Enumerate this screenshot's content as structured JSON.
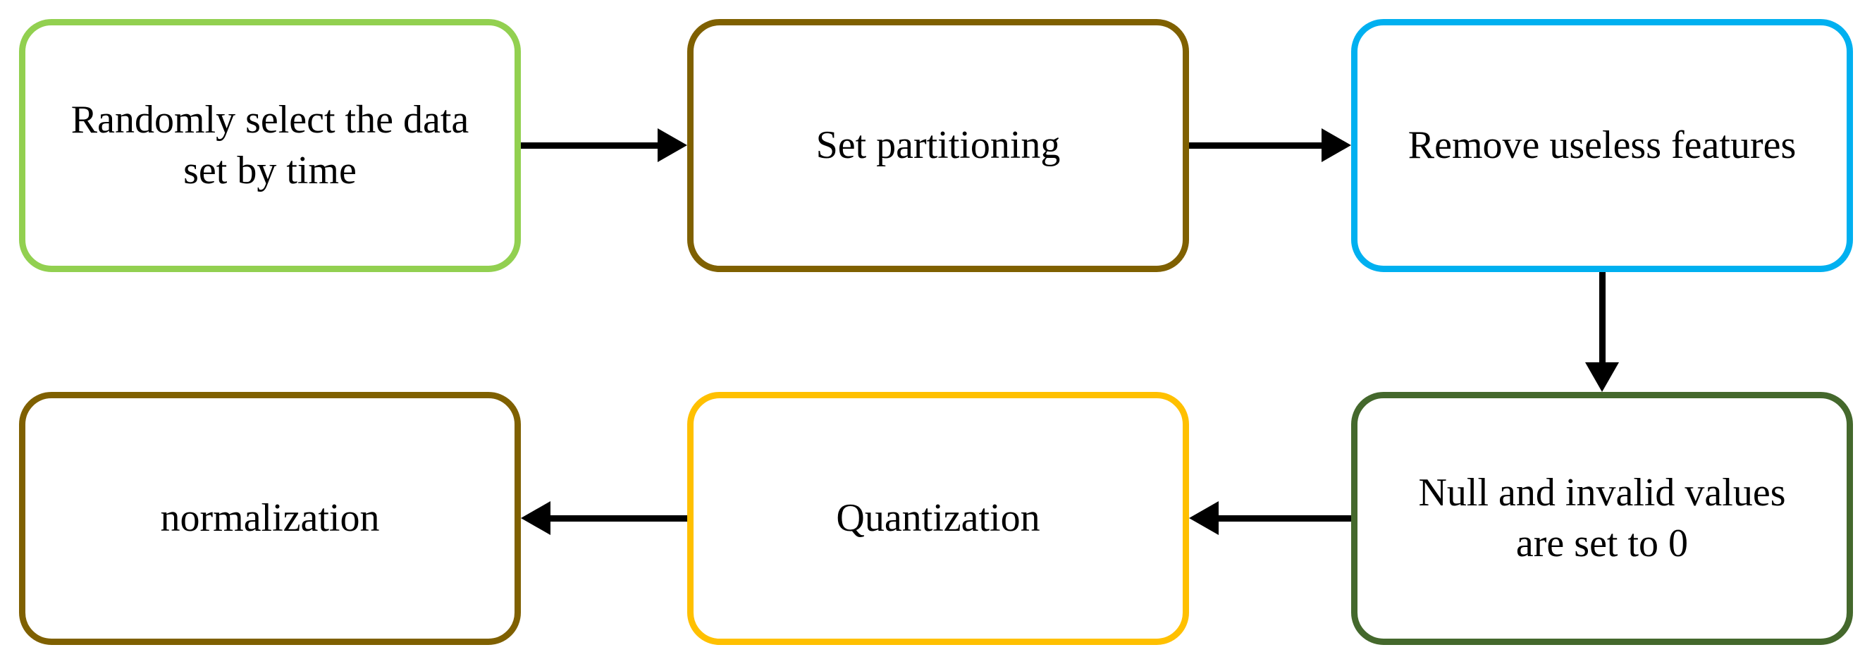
{
  "diagram": {
    "type": "flowchart",
    "background_color": "#FFFFFF",
    "text_color": "#000000",
    "arrow_color": "#000000",
    "nodes": [
      {
        "id": "randomly-select-data",
        "label": "Randomly select the data\nset by time",
        "border_color": "#92D050",
        "row": 1,
        "col": 1
      },
      {
        "id": "set-partitioning",
        "label": "Set partitioning",
        "border_color": "#7F6000",
        "row": 1,
        "col": 2
      },
      {
        "id": "remove-useless-features",
        "label": "Remove useless features",
        "border_color": "#00B0F0",
        "row": 1,
        "col": 3
      },
      {
        "id": "null-invalid-to-zero",
        "label": "Null and invalid values\nare set to 0",
        "border_color": "#44682C",
        "row": 2,
        "col": 3
      },
      {
        "id": "quantization",
        "label": "Quantization",
        "border_color": "#FFC000",
        "row": 2,
        "col": 2
      },
      {
        "id": "normalization",
        "label": "normalization",
        "border_color": "#7F6000",
        "row": 2,
        "col": 1
      }
    ],
    "edges": [
      {
        "from": "randomly-select-data",
        "to": "set-partitioning",
        "direction": "right"
      },
      {
        "from": "set-partitioning",
        "to": "remove-useless-features",
        "direction": "right"
      },
      {
        "from": "remove-useless-features",
        "to": "null-invalid-to-zero",
        "direction": "down"
      },
      {
        "from": "null-invalid-to-zero",
        "to": "quantization",
        "direction": "left"
      },
      {
        "from": "quantization",
        "to": "normalization",
        "direction": "left"
      }
    ]
  }
}
